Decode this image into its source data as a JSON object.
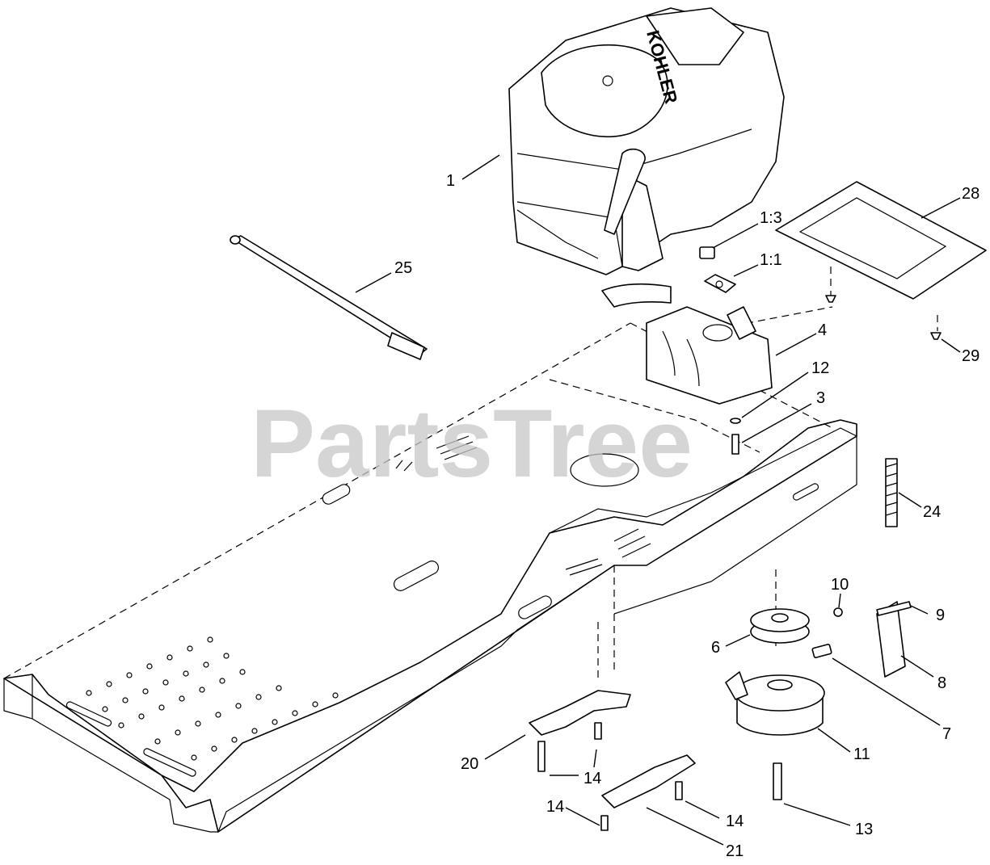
{
  "watermark": "PartsTree",
  "engine_brand": "KOHLER",
  "callouts": [
    {
      "id": "c1",
      "label": "1"
    },
    {
      "id": "c13b",
      "label": "1:3"
    },
    {
      "id": "c11b",
      "label": "1:1"
    },
    {
      "id": "c28",
      "label": "28"
    },
    {
      "id": "c25",
      "label": "25"
    },
    {
      "id": "c4",
      "label": "4"
    },
    {
      "id": "c29",
      "label": "29"
    },
    {
      "id": "c12",
      "label": "12"
    },
    {
      "id": "c3",
      "label": "3"
    },
    {
      "id": "c24",
      "label": "24"
    },
    {
      "id": "c10",
      "label": "10"
    },
    {
      "id": "c9",
      "label": "9"
    },
    {
      "id": "c6",
      "label": "6"
    },
    {
      "id": "c8",
      "label": "8"
    },
    {
      "id": "c7",
      "label": "7"
    },
    {
      "id": "c11",
      "label": "11"
    },
    {
      "id": "c20",
      "label": "20"
    },
    {
      "id": "c14a",
      "label": "14"
    },
    {
      "id": "c14b",
      "label": "14"
    },
    {
      "id": "c14c",
      "label": "14"
    },
    {
      "id": "c13",
      "label": "13"
    },
    {
      "id": "c21",
      "label": "21"
    }
  ]
}
